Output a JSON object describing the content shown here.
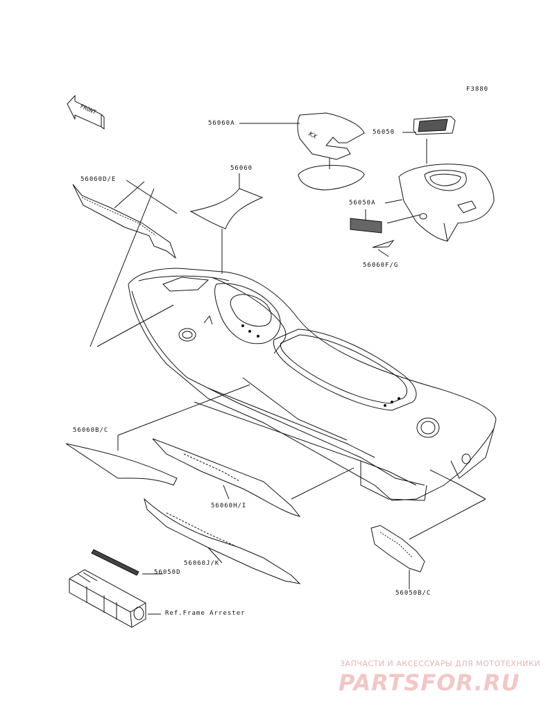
{
  "diagram_code": "F3880",
  "front_label": "FRONT",
  "labels": {
    "p56060A": "56060A",
    "p56050": "56050",
    "p56060DE": "56060D/E",
    "p56060": "56060",
    "p56050A": "56050A",
    "p56060FG": "56060F/G",
    "p56060BC": "56060B/C",
    "p56060HI": "56060H/I",
    "p56060JK": "56060J/K",
    "p56050D": "56050D",
    "p56050BC": "56050B/C",
    "ref_frame_arrester": "Ref.Frame Arrester"
  },
  "watermark": {
    "tagline": "ЗАПЧАСТИ И АКСЕССУАРЫ ДЛЯ МОТОТЕХНИКИ",
    "logo": "PARTSFOR.RU"
  },
  "colors": {
    "line": "#111111",
    "watermark": "#e6b3b3"
  }
}
